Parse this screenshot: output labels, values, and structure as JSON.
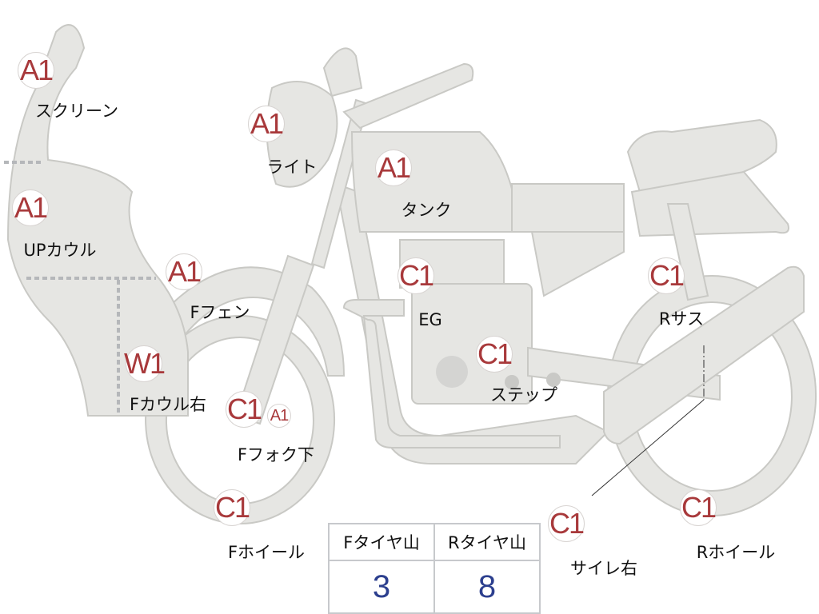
{
  "colors": {
    "grade_text": "#a8393b",
    "value_text": "#2c3f8e",
    "body_fill": "#e6e6e3"
  },
  "markers": [
    {
      "grade": "A1",
      "label": "スクリーン"
    },
    {
      "grade": "A1",
      "label": "ライト"
    },
    {
      "grade": "A1",
      "label": "タンク"
    },
    {
      "grade": "A1",
      "label": "UPカウル"
    },
    {
      "grade": "A1",
      "label": "Fフェン"
    },
    {
      "grade": "C1",
      "label": "EG"
    },
    {
      "grade": "C1",
      "label": "Rサス"
    },
    {
      "grade": "W1",
      "label": "Fカウル右"
    },
    {
      "grade": "C1",
      "label": "ステップ"
    },
    {
      "grade": "C1",
      "extra_grade": "A1",
      "label": "Fフォク下"
    },
    {
      "grade": "C1",
      "label": "Fホイール"
    },
    {
      "grade": "C1",
      "label": "サイレ右"
    },
    {
      "grade": "C1",
      "label": "Rホイール"
    }
  ],
  "tire_table": {
    "headers": [
      "Fタイヤ山",
      "Rタイヤ山"
    ],
    "values": [
      "3",
      "8"
    ]
  }
}
